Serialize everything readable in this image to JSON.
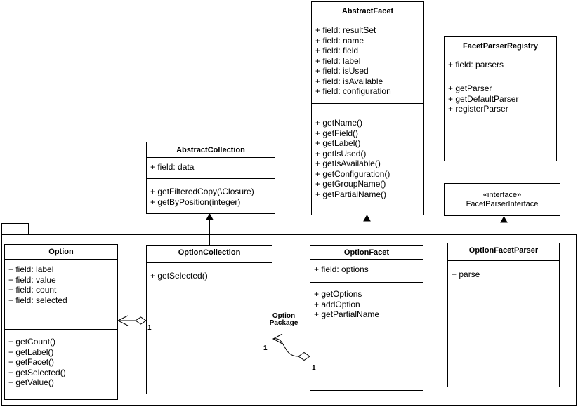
{
  "classes": {
    "abstract_facet": {
      "title": "AbstractFacet",
      "fields": [
        "+ field: resultSet",
        "+ field: name",
        "+ field: field",
        "+ field: label",
        "+ field: isUsed",
        "+ field: isAvailable",
        "+ field: configuration"
      ],
      "methods": [
        "+ getName()",
        "+ getField()",
        "+ getLabel()",
        "+ getIsUsed()",
        "+ getIsAvailable()",
        "+ getConfiguration()",
        "+ getGroupName()",
        "+ getPartialName()"
      ]
    },
    "facet_parser_registry": {
      "title": "FacetParserRegistry",
      "fields": [
        "+ field: parsers"
      ],
      "methods": [
        "+ getParser",
        "+ getDefaultParser",
        "+ registerParser"
      ]
    },
    "abstract_collection": {
      "title": "AbstractCollection",
      "fields": [
        "+ field: data"
      ],
      "methods": [
        "+ getFilteredCopy(\\Closure)",
        "+ getByPosition(integer)"
      ]
    },
    "facet_parser_interface": {
      "stereotype": "«interface»",
      "title": "FacetParserInterface"
    },
    "option": {
      "title": "Option",
      "fields": [
        "+ field: label",
        "+ field: value",
        "+ field: count",
        "+ field: selected"
      ],
      "methods": [
        "+ getCount()",
        "+ getLabel()",
        "+ getFacet()",
        "+ getSelected()",
        "+ getValue()"
      ]
    },
    "option_collection": {
      "title": "OptionCollection",
      "fields": [],
      "methods": [
        "+ getSelected()"
      ]
    },
    "option_facet": {
      "title": "OptionFacet",
      "fields": [
        "+ field: options"
      ],
      "methods": [
        "+ getOptions",
        "+ addOption",
        "+ getPartialName"
      ]
    },
    "option_facet_parser": {
      "title": "OptionFacetParser",
      "fields": [],
      "methods": [
        "+ parse"
      ]
    }
  },
  "relations": {
    "edge_label": {
      "line1": "Option",
      "line2": "Package"
    },
    "multiplicities": {
      "option_to_collection": "1",
      "collection_to_facet_source": "1",
      "collection_to_facet_target": "1"
    }
  },
  "colors": {
    "line": "#000000",
    "background": "#ffffff"
  }
}
